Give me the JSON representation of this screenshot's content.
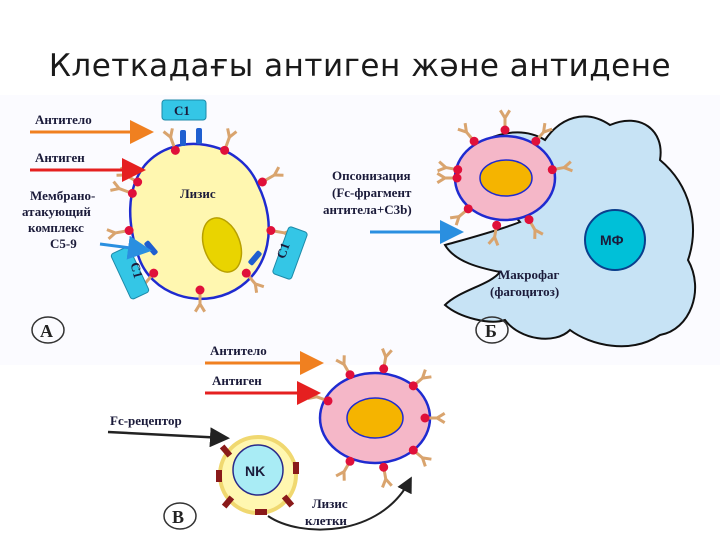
{
  "title": "Клеткадағы антиген және антидене",
  "panelA": {
    "letter": "А",
    "antibody": "Антитело",
    "antigen": "Антиген",
    "mac_lines": [
      "Мембрано-",
      "атакующий",
      "комплекс",
      "C5-9"
    ],
    "c1_top": "C1",
    "c1_left": "C1",
    "c1_right": "C1",
    "lysis": "Лизис"
  },
  "panelB": {
    "letter": "Б",
    "opson_lines": [
      "Опсонизация",
      "(Fc-фрагмент",
      "антитела+C3b)"
    ],
    "mf": "МФ",
    "macro_lines": [
      "Макрофаг",
      "(фагоцитоз)"
    ]
  },
  "panelV": {
    "letter": "В",
    "antibody": "Антитело",
    "antigen": "Антиген",
    "fc_receptor": "Fc-рецептор",
    "nk": "NK",
    "lysis_lines": [
      "Лизис",
      "клетки"
    ]
  },
  "colors": {
    "antibody": "#d9a46e",
    "antigen": "#e0103a",
    "arrow_orange": "#f08020",
    "arrow_red": "#e52020",
    "arrow_blue": "#2a8fe0",
    "cell_yellow": "#fff7b0",
    "nucleus": "#e9d400",
    "cell_pink": "#f5b7c8",
    "nucleus_orange": "#f5b400",
    "macrophage": "#c7e3f5",
    "mf": "#00c0d8",
    "c1": "#34c6e6"
  }
}
